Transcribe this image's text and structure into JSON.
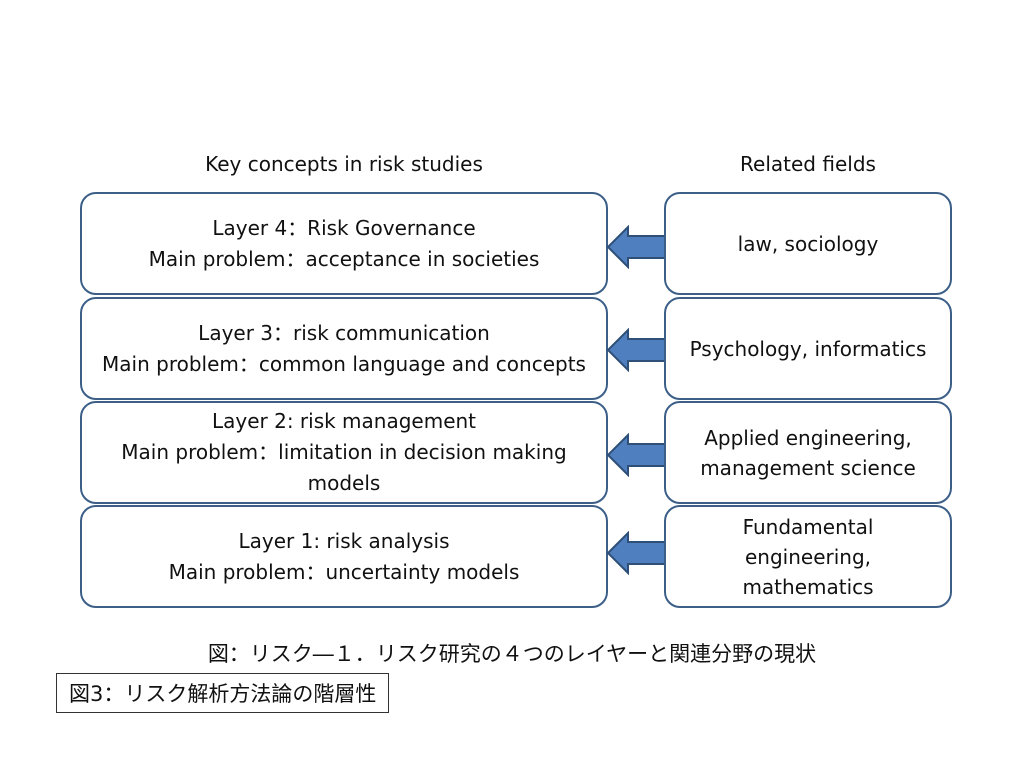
{
  "headers": {
    "left": "Key concepts in risk studies",
    "right": "Related fields"
  },
  "layers": [
    {
      "title": "Layer 4：Risk Governance",
      "problem": "Main problem：acceptance in societies",
      "field": "law, sociology"
    },
    {
      "title": "Layer 3：risk communication",
      "problem": "Main problem：common language and concepts",
      "field": "Psychology, informatics"
    },
    {
      "title": "Layer 2: risk management",
      "problem": "Main problem：limitation in decision making models",
      "field": "Applied engineering, management science"
    },
    {
      "title": "Layer 1: risk analysis",
      "problem": "Main problem：uncertainty models",
      "field": "Fundamental engineering, mathematics"
    }
  ],
  "caption": "図：リスク―１．リスク研究の４つのレイヤーと関連分野の現状",
  "figure_label": "図3：リスク解析方法論の階層性",
  "colors": {
    "border": "#3b5f86",
    "arrow_fill": "#4f7fbf",
    "arrow_stroke": "#2e4f78"
  }
}
